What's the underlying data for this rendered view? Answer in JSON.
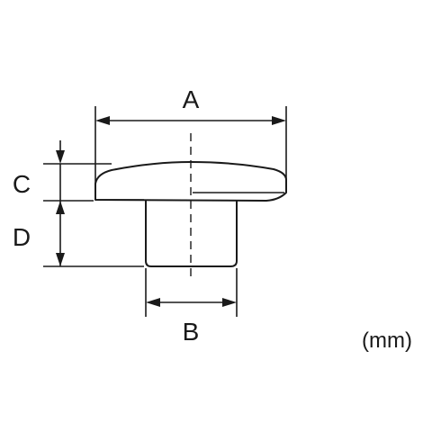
{
  "labels": {
    "a": "A",
    "b": "B",
    "c": "C",
    "d": "D",
    "unit": "(mm)"
  },
  "colors": {
    "line": "#1a1a1a",
    "background": "#ffffff"
  }
}
